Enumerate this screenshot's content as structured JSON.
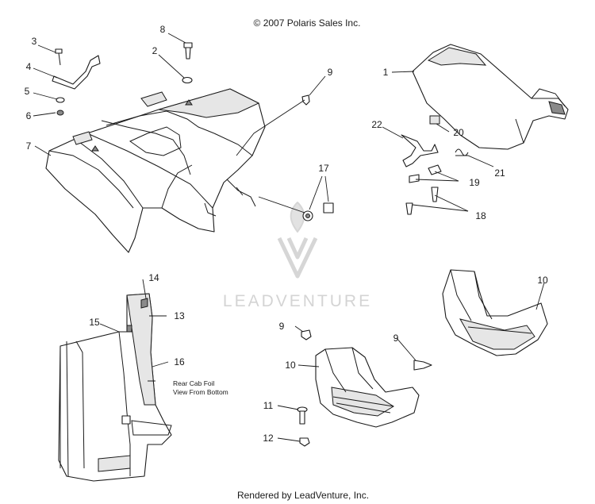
{
  "copyright": "© 2007 Polaris Sales Inc.",
  "footer": "Rendered by LeadVenture, Inc.",
  "watermark": "LEADVENTURE",
  "note": {
    "line1": "Rear Cab Foil",
    "line2": "View From Bottom"
  },
  "callouts": [
    {
      "id": "c1",
      "label": "1"
    },
    {
      "id": "c2",
      "label": "2"
    },
    {
      "id": "c3",
      "label": "3"
    },
    {
      "id": "c4",
      "label": "4"
    },
    {
      "id": "c5",
      "label": "5"
    },
    {
      "id": "c6",
      "label": "6"
    },
    {
      "id": "c7",
      "label": "7"
    },
    {
      "id": "c8",
      "label": "8"
    },
    {
      "id": "c9a",
      "label": "9"
    },
    {
      "id": "c9b",
      "label": "9"
    },
    {
      "id": "c9c",
      "label": "9"
    },
    {
      "id": "c10a",
      "label": "10"
    },
    {
      "id": "c10b",
      "label": "10"
    },
    {
      "id": "c11",
      "label": "11"
    },
    {
      "id": "c12",
      "label": "12"
    },
    {
      "id": "c13",
      "label": "13"
    },
    {
      "id": "c14",
      "label": "14"
    },
    {
      "id": "c15",
      "label": "15"
    },
    {
      "id": "c16",
      "label": "16"
    },
    {
      "id": "c17",
      "label": "17"
    },
    {
      "id": "c18",
      "label": "18"
    },
    {
      "id": "c19",
      "label": "19"
    },
    {
      "id": "c20",
      "label": "20"
    },
    {
      "id": "c21",
      "label": "21"
    },
    {
      "id": "c22",
      "label": "22"
    }
  ]
}
